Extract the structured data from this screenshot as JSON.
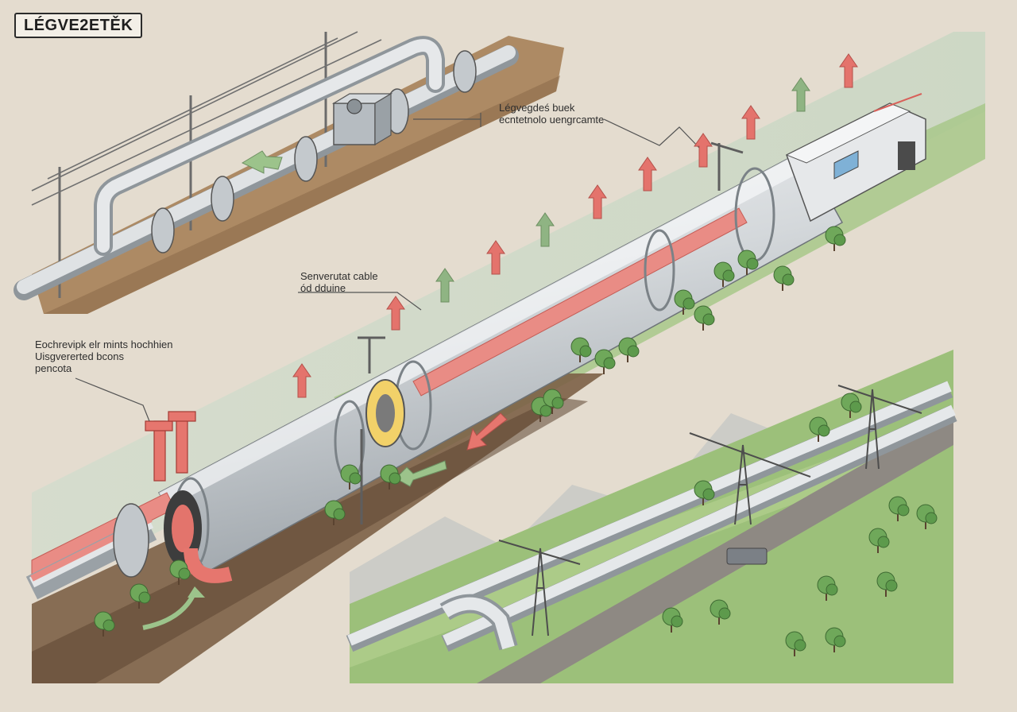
{
  "title": "LÉGVE2ETĚK",
  "callouts": {
    "top_right": {
      "line1": "Légvegdeś buek",
      "line2": "ecntetnolo uengrcamte"
    },
    "middle": {
      "line1": "Senverutat cable",
      "line2": "ód dduine"
    },
    "left": {
      "line1": "Eochrevipk elr mints hochhien",
      "line2": "Uisgvererted bcons",
      "line3": "pencota"
    }
  },
  "colors": {
    "background": "#e4dccf",
    "pipe": "#d9dcdf",
    "pipe_shade": "#9ea4a9",
    "heat_arrow": "#e4736c",
    "flow_arrow": "#8fb483",
    "grass": "#9cc07a",
    "soil": "#8a6a48",
    "sky_band": "#d6ded2"
  },
  "icons": [
    "thermal-up-arrow-icon",
    "airflow-arrow-icon",
    "tree-icon",
    "pylon-icon",
    "valve-icon"
  ]
}
